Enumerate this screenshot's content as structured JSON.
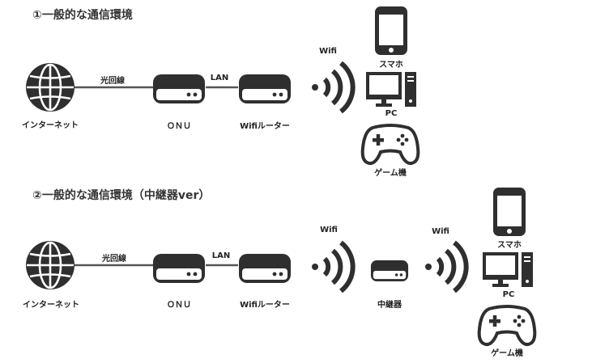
{
  "section1": {
    "title": "①一般的な通信環境",
    "labels": {
      "internet": "インターネット",
      "fiber": "光回線",
      "onu": "ＯＮＵ",
      "lan": "LAN",
      "router": "Wifiルーター",
      "wifi": "Wifi",
      "smartphone": "スマホ",
      "pc": "PC",
      "game": "ゲーム機"
    }
  },
  "section2": {
    "title": "②一般的な通信環境（中継器ver）",
    "labels": {
      "internet": "インターネット",
      "fiber": "光回線",
      "onu": "ＯＮＵ",
      "lan": "LAN",
      "router": "Wifiルーター",
      "wifi1": "Wifi",
      "repeater": "中継器",
      "wifi2": "Wifi",
      "smartphone": "スマホ",
      "pc": "PC",
      "game": "ゲーム機"
    }
  },
  "colors": {
    "icon": "#2f2f2f",
    "line": "#444444",
    "background": "#ffffff"
  }
}
